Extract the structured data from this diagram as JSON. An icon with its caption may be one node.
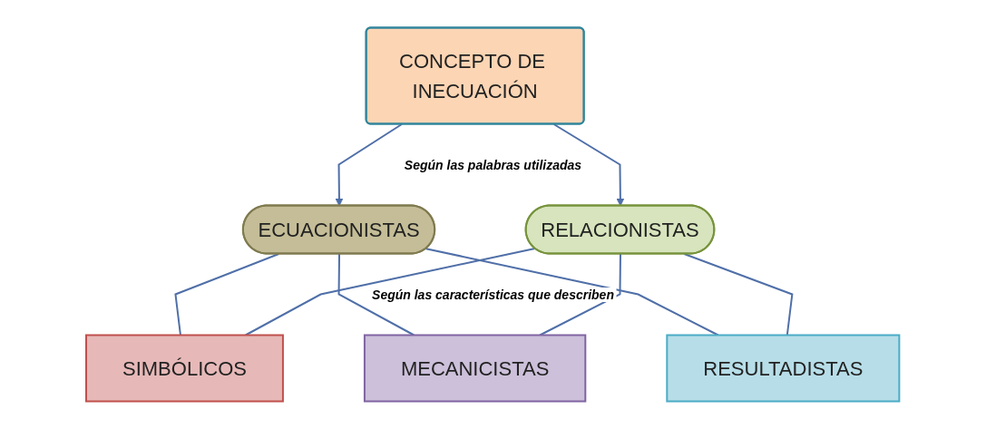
{
  "diagram": {
    "nodes": [
      {
        "text": [
          "CONCEPTO DE INECUACIÓN"
        ]
      },
      {
        "text": [
          "ECUACIONISTAS"
        ]
      },
      {
        "text": [
          "RELACIONISTAS"
        ]
      },
      {
        "text": [
          "SIMBÓLICOS"
        ]
      },
      {
        "text": [
          "MECANICISTAS"
        ]
      },
      {
        "text": [
          "RESULTADISTAS"
        ]
      }
    ],
    "edges": [
      {
        "from": 0,
        "to": 1,
        "arrow": "to"
      },
      {
        "from": 0,
        "to": 2,
        "arrow": "to"
      },
      {
        "from": 1,
        "to": 3,
        "arrow": "none"
      },
      {
        "from": 1,
        "to": 4,
        "arrow": "none"
      },
      {
        "from": 1,
        "to": 5,
        "arrow": "none"
      },
      {
        "from": 2,
        "to": 3,
        "arrow": "none"
      },
      {
        "from": 2,
        "to": 4,
        "arrow": "none"
      },
      {
        "from": 2,
        "to": 5,
        "arrow": "none"
      }
    ],
    "labels": [
      "Según las palabras utilizadas",
      "Según las características que describen"
    ]
  }
}
